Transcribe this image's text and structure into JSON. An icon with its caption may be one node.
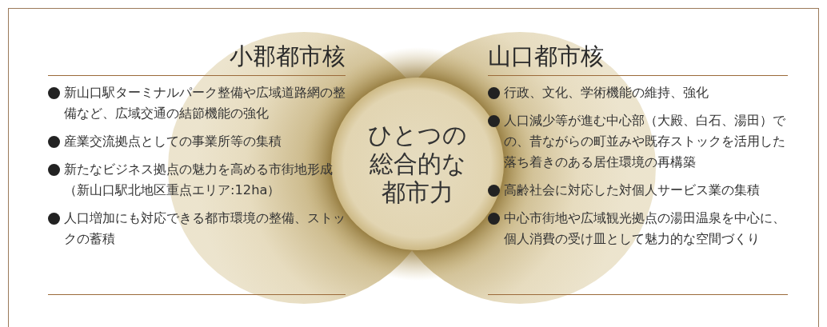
{
  "diagram": {
    "nodes": [
      {
        "text": [
          "小郡都市核",
          "新山口駅ターミナルパーク整備や広域道路網の整備など、広域交通の結節機能の強化",
          "産業交流拠点としての事業所等の集積",
          "新たなビジネス拠点の魅力を高める市街地形成（新山口駅北地区重点エリア:12ha）",
          "人口増加にも対応できる都市環境の整備、ストックの蓄積"
        ]
      },
      {
        "text": [
          "山口都市核",
          "行政、文化、学術機能の維持、強化",
          "人口減少等が進む中心部（大殿、白石、湯田）での、昔ながらの町並みや既存ストックを活用した落ち着きのある居住環境の再構築",
          "高齢社会に対応した対個人サービス業の集積",
          "中心市街地や広域観光拠点の湯田温泉を中心に、個人消費の受け皿として魅力的な空間づくり"
        ]
      },
      {
        "text": [
          "ひとつの総合的な都市力"
        ]
      }
    ],
    "edges": []
  }
}
